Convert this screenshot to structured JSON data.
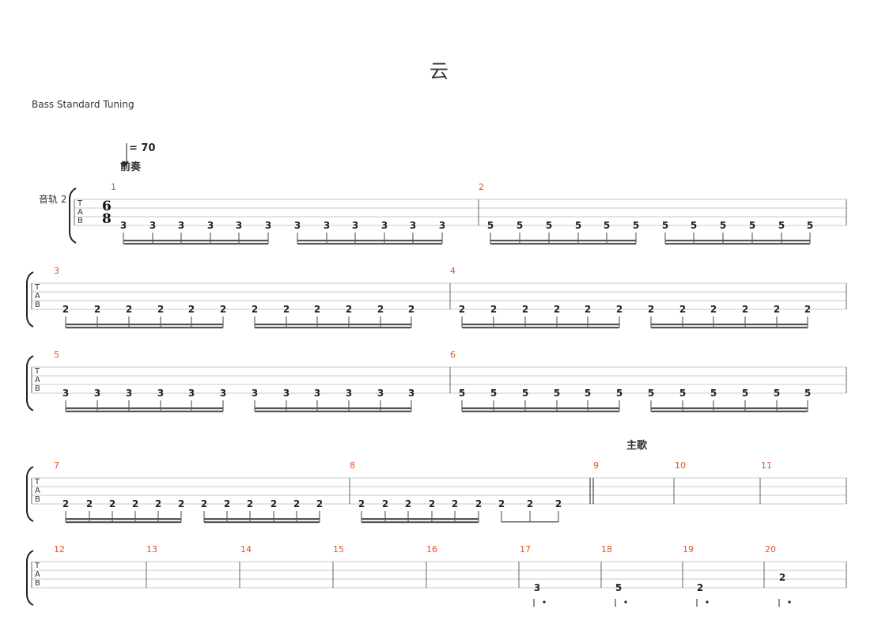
{
  "title": "云",
  "tuning": "Bass Standard Tuning",
  "tempo": "= 70",
  "track_label": "音轨 2",
  "sections": [
    {
      "label": "前奏",
      "measure": 1
    },
    {
      "label": "主歌",
      "measure": 9
    }
  ],
  "time_signature": {
    "numerator": "6",
    "denominator": "8"
  },
  "tab_letters": [
    "T",
    "A",
    "B"
  ],
  "colors": {
    "measure_number": "#e2541c",
    "staff_line": "#c8c8c8",
    "beam": "#555555"
  },
  "measures": [
    {
      "number": "1",
      "notes": [
        "3",
        "3",
        "3",
        "3",
        "3",
        "3",
        "3",
        "3",
        "3",
        "3",
        "3",
        "3"
      ]
    },
    {
      "number": "2",
      "notes": [
        "5",
        "5",
        "5",
        "5",
        "5",
        "5",
        "5",
        "5",
        "5",
        "5",
        "5",
        "5"
      ]
    },
    {
      "number": "3",
      "notes": [
        "2",
        "2",
        "2",
        "2",
        "2",
        "2",
        "2",
        "2",
        "2",
        "2",
        "2",
        "2"
      ]
    },
    {
      "number": "4",
      "notes": [
        "2",
        "2",
        "2",
        "2",
        "2",
        "2",
        "2",
        "2",
        "2",
        "2",
        "2",
        "2"
      ]
    },
    {
      "number": "5",
      "notes": [
        "3",
        "3",
        "3",
        "3",
        "3",
        "3",
        "3",
        "3",
        "3",
        "3",
        "3",
        "3"
      ]
    },
    {
      "number": "6",
      "notes": [
        "5",
        "5",
        "5",
        "5",
        "5",
        "5",
        "5",
        "5",
        "5",
        "5",
        "5",
        "5"
      ]
    },
    {
      "number": "7",
      "notes": [
        "2",
        "2",
        "2",
        "2",
        "2",
        "2",
        "2",
        "2",
        "2",
        "2",
        "2",
        "2"
      ]
    },
    {
      "number": "8",
      "notes": [
        "2",
        "2",
        "2",
        "2",
        "2",
        "2",
        "2",
        "2",
        "2"
      ]
    },
    {
      "number": "9",
      "notes": []
    },
    {
      "number": "10",
      "notes": []
    },
    {
      "number": "11",
      "notes": []
    },
    {
      "number": "12",
      "notes": []
    },
    {
      "number": "13",
      "notes": []
    },
    {
      "number": "14",
      "notes": []
    },
    {
      "number": "15",
      "notes": []
    },
    {
      "number": "16",
      "notes": []
    },
    {
      "number": "17",
      "notes": [
        "3"
      ]
    },
    {
      "number": "18",
      "notes": [
        "5"
      ]
    },
    {
      "number": "19",
      "notes": [
        "2"
      ]
    },
    {
      "number": "20",
      "notes": [
        "2"
      ]
    }
  ]
}
